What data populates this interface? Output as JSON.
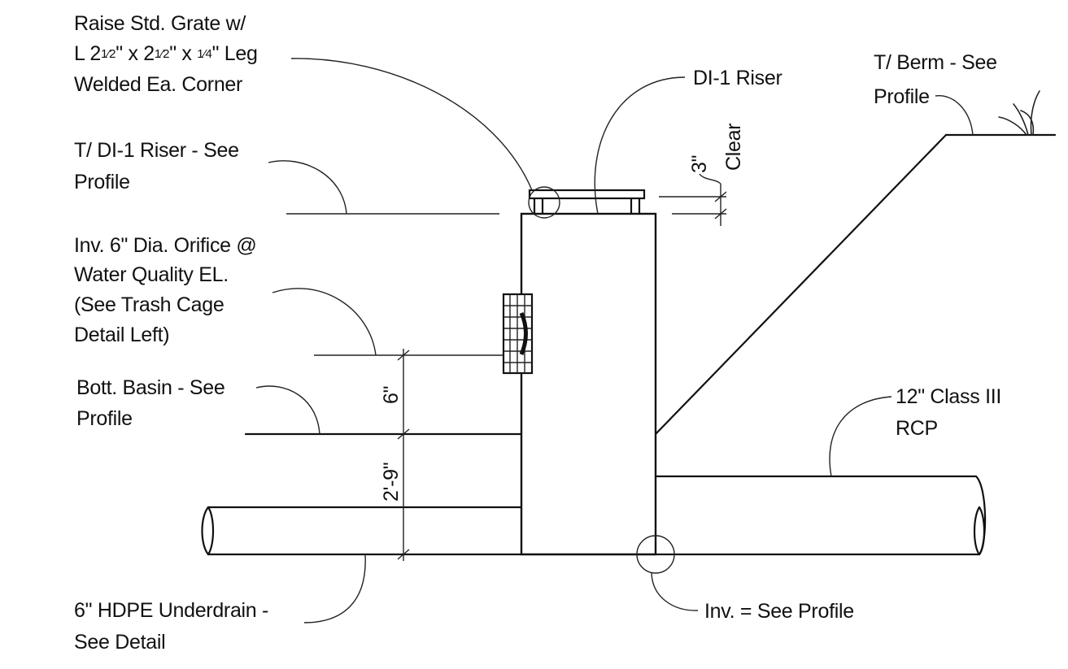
{
  "labels": {
    "grate_l1": "Raise Std. Grate w/",
    "grate_l2_prefix": "L 2",
    "grate_l2_frac1": "1⁄2",
    "grate_l2_mid": "\" x 2",
    "grate_l2_frac2": "1⁄2",
    "grate_l2_mid2": "\" x ",
    "grate_l2_frac3": "1⁄4",
    "grate_l2_suffix": "\" Leg",
    "grate_l3": "Welded Ea. Corner",
    "riser": "DI-1 Riser",
    "berm_l1": "T/ Berm - See",
    "berm_l2": "Profile",
    "top_riser_l1": "T/ DI-1 Riser - See",
    "top_riser_l2": "Profile",
    "clear_dim": "3\"",
    "clear_word": "Clear",
    "orifice_l1": "Inv. 6\" Dia. Orifice @",
    "orifice_l2": "Water Quality EL.",
    "orifice_l3": "(See Trash Cage",
    "orifice_l4": "Detail Left)",
    "dim_6": "6\"",
    "dim_2_9": "2'-9\"",
    "basin_l1": "Bott. Basin - See",
    "basin_l2": "Profile",
    "rcp_l1": "12\" Class III",
    "rcp_l2": "RCP",
    "underdrain_l1": "6\" HDPE Underdrain -",
    "underdrain_l2": "See Detail",
    "inv": "Inv. = See Profile"
  },
  "icons": [
    "weld-circle-icon",
    "grass-tuft-icon",
    "dimension-tick-icon",
    "orifice-icon"
  ]
}
